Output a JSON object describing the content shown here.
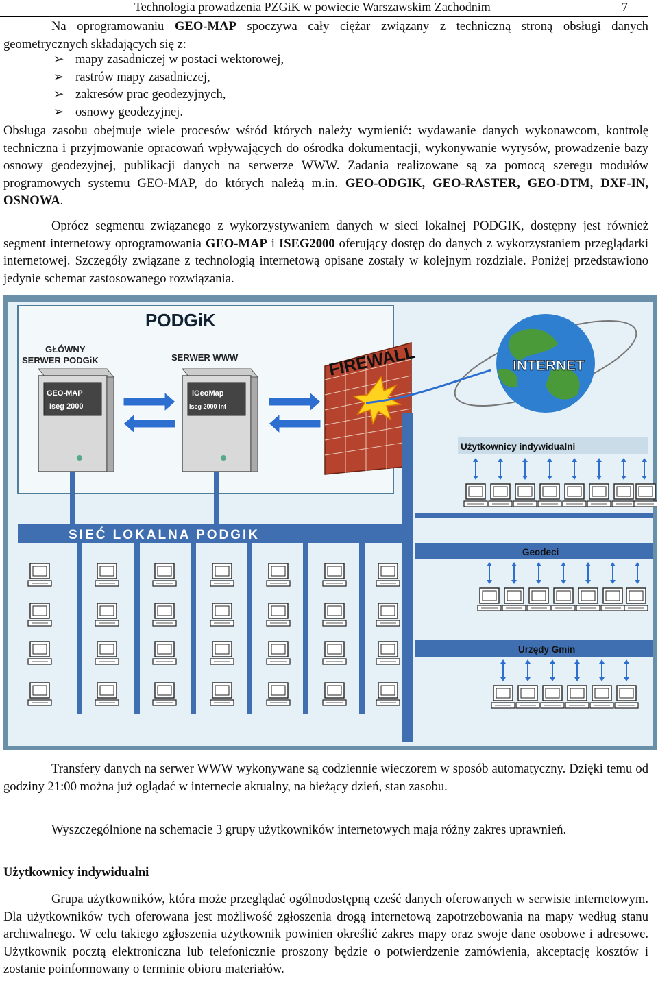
{
  "header": {
    "title": "Technologia prowadzenia PZGiK w powiecie Warszawskim Zachodnim",
    "page_number": "7"
  },
  "intro": {
    "p1_a": "Na oprogramowaniu ",
    "p1_b": "GEO-MAP",
    "p1_c": " spoczywa cały ciężar związany z techniczną stroną obsługi danych geometrycznych składających się z:",
    "bullets": [
      "mapy zasadniczej w postaci wektorowej,",
      "rastrów mapy zasadniczej,",
      "zakresów prac geodezyjnych,",
      "osnowy geodezyjnej."
    ],
    "p2_a": "Obsługa zasobu obejmuje wiele procesów wśród których należy wymienić: wydawanie danych wykonawcom, kontrolę techniczna i przyjmowanie opracowań wpływających do ośrodka dokumentacji, wykonywanie wyrysów, prowadzenie bazy osnowy geodezyjnej, publikacji danych na serwerze WWW. Zadania realizowane są za pomocą szeregu modułów programowych systemu GEO-MAP, do których należą m.in. ",
    "p2_b": "GEO-ODGIK, GEO-RASTER, GEO-DTM, DXF-IN, OSNOWA",
    "p2_c": ".",
    "p3_a": "Oprócz segmentu związanego z wykorzystywaniem danych w sieci lokalnej PODGIK, dostępny jest również segment internetowy oprogramowania ",
    "p3_b": "GEO-MAP",
    "p3_c": " i ",
    "p3_d": "ISEG2000",
    "p3_e": " oferujący dostęp do danych z wykorzystaniem przeglądarki internetowej. Szczegóły związane z technologią internetową opisane zostały w kolejnym rozdziale. Poniżej przedstawiono jedynie schemat zastosowanego rozwiązania."
  },
  "diagram": {
    "podgik_label": "PODGiK",
    "main_server_line1": "GŁÓWNY",
    "main_server_line2": "SERWER PODGiK",
    "main_server_screen1": "GEO-MAP",
    "main_server_screen2": "Iseg 2000",
    "www_server_title": "SERWER WWW",
    "www_server_screen1": "iGeoMap",
    "www_server_screen2": "Iseg 2000 Int",
    "firewall_label": "FIREWALL",
    "internet_label": "INTERNET",
    "individual_users": "Użytkownicy indywidualni",
    "lan_label": "SIEĆ  LOKALNA  PODGIK",
    "surveyors": "Geodeci",
    "municipal_offices": "Urzędy Gmin",
    "colors": {
      "background": "#6a8fa8",
      "bus": "#3f6fb0",
      "panel": "#e6f1f7",
      "firewall": "#b5432d"
    }
  },
  "body": {
    "p4": "Transfery danych na serwer WWW wykonywane są codziennie wieczorem w sposób automatyczny. Dzięki temu od godziny 21:00 można już oglądać w internecie aktualny, na bieżący dzień, stan zasobu.",
    "p5": "Wyszczególnione na schemacie 3 grupy użytkowników internetowych maja różny zakres uprawnień.",
    "section_title": "Użytkownicy indywidualni",
    "p6": "Grupa użytkowników, która może przeglądać ogólnodostępną cześć danych oferowanych w serwisie internetowym. Dla użytkowników tych oferowana jest możliwość zgłoszenia drogą internetową zapotrzebowania na mapy według stanu archiwalnego. W celu takiego zgłoszenia użytkownik powinien określić zakres mapy oraz swoje dane osobowe i adresowe. Użytkownik pocztą elektroniczna lub telefonicznie proszony będzie o potwierdzenie zamówienia, akceptację kosztów i zostanie poinformowany o terminie obioru materiałów."
  }
}
